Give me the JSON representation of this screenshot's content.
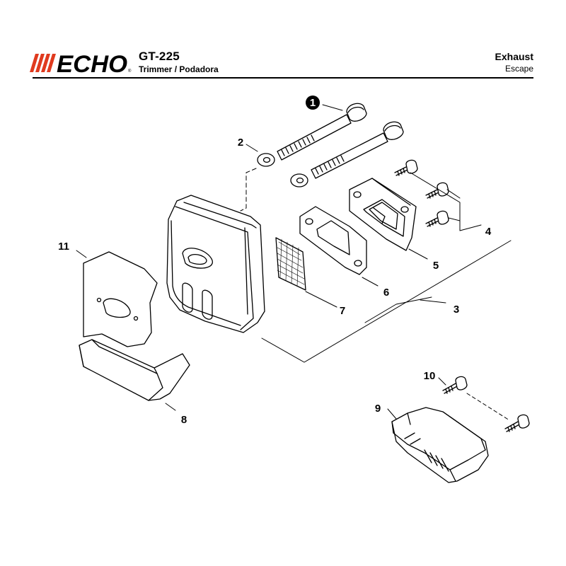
{
  "header": {
    "brand": "ECHO",
    "model": "GT-225",
    "subtitle": "Trimmer / Podadora",
    "section": "Exhaust",
    "section_es": "Escape"
  },
  "colors": {
    "brand_red": "#e03a1e",
    "ink": "#000000"
  },
  "callouts": {
    "c1": "1",
    "c2": "2",
    "c3": "3",
    "c4": "4",
    "c5": "5",
    "c6": "6",
    "c7": "7",
    "c8": "8",
    "c9": "9",
    "c10": "10",
    "c11": "11"
  }
}
